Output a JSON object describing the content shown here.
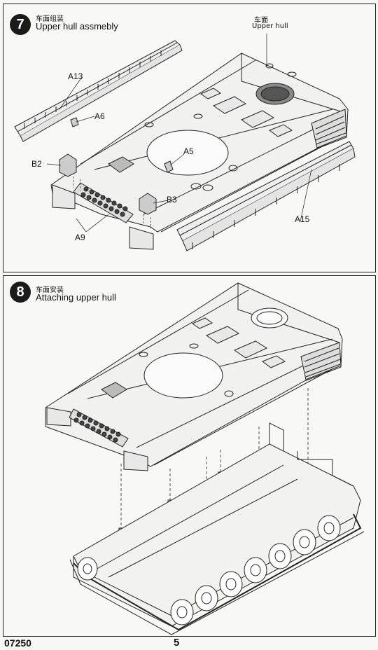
{
  "step7": {
    "number": "7",
    "title_cn": "车面组装",
    "title_en": "Upper hull assmebly",
    "callout_cn": "车面",
    "callout_en": "Upper hull",
    "parts": [
      "A13",
      "A6",
      "A5",
      "B2",
      "B3",
      "A9",
      "A15"
    ]
  },
  "step8": {
    "number": "8",
    "title_cn": "车面安装",
    "title_en": "Attaching upper hull"
  },
  "footer": {
    "code": "07250",
    "page": "5"
  }
}
